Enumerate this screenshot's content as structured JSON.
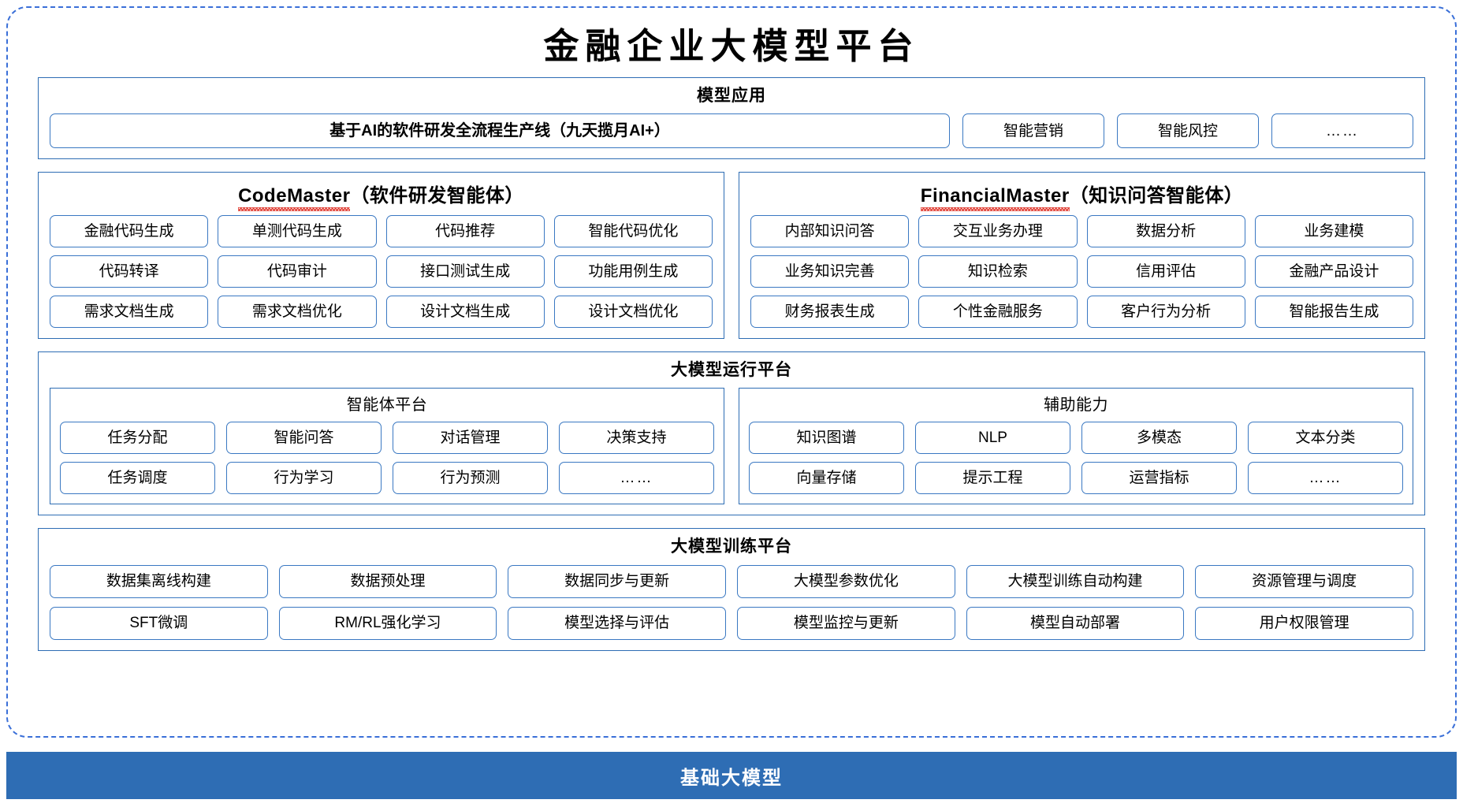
{
  "title": "金融企业大模型平台",
  "colors": {
    "accent_blue": "#2e6db4",
    "frame_blue": "#3a6fd8",
    "chip_border": "#3a78c2",
    "spellcheck_red": "#e03a2f",
    "base_bar_bg": "#2e6db4",
    "base_bar_text": "#ffffff"
  },
  "sections": {
    "model_application": {
      "title": "模型应用",
      "items": [
        {
          "label": "基于AI的软件研发全流程生产线（九天揽月AI+）",
          "emphasis": "bold"
        },
        {
          "label": "智能营销",
          "emphasis": "normal"
        },
        {
          "label": "智能风控",
          "emphasis": "normal"
        },
        {
          "label": "……",
          "emphasis": "ellipsis"
        }
      ]
    },
    "agents": [
      {
        "name_en": "CodeMaster",
        "name_cn": "（软件研发智能体）",
        "spellcheck_underline": true,
        "items": [
          "金融代码生成",
          "单测代码生成",
          "代码推荐",
          "智能代码优化",
          "代码转译",
          "代码审计",
          "接口测试生成",
          "功能用例生成",
          "需求文档生成",
          "需求文档优化",
          "设计文档生成",
          "设计文档优化"
        ]
      },
      {
        "name_en": "FinancialMaster",
        "name_cn": "（知识问答智能体）",
        "spellcheck_underline": true,
        "items": [
          "内部知识问答",
          "交互业务办理",
          "数据分析",
          "业务建模",
          "业务知识完善",
          "知识检索",
          "信用评估",
          "金融产品设计",
          "财务报表生成",
          "个性金融服务",
          "客户行为分析",
          "智能报告生成"
        ]
      }
    ],
    "runtime_platform": {
      "title": "大模型运行平台",
      "subpanels": [
        {
          "title": "智能体平台",
          "items": [
            "任务分配",
            "智能问答",
            "对话管理",
            "决策支持",
            "任务调度",
            "行为学习",
            "行为预测",
            "……"
          ]
        },
        {
          "title": "辅助能力",
          "items": [
            "知识图谱",
            "NLP",
            "多模态",
            "文本分类",
            "向量存储",
            "提示工程",
            "运营指标",
            "……"
          ]
        }
      ]
    },
    "training_platform": {
      "title": "大模型训练平台",
      "items": [
        "数据集离线构建",
        "数据预处理",
        "数据同步与更新",
        "大模型参数优化",
        "大模型训练自动构建",
        "资源管理与调度",
        "SFT微调",
        "RM/RL强化学习",
        "模型选择与评估",
        "模型监控与更新",
        "模型自动部署",
        "用户权限管理"
      ]
    },
    "base_model_bar": {
      "label": "基础大模型"
    }
  }
}
